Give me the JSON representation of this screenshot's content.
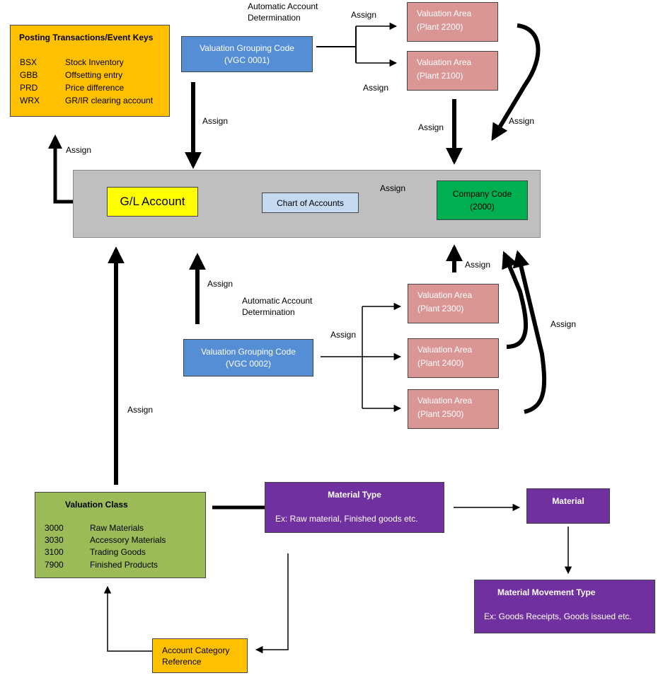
{
  "posting_box": {
    "title": "Posting Transactions/Event Keys",
    "rows": [
      {
        "code": "BSX",
        "desc": "Stock Inventory"
      },
      {
        "code": "GBB",
        "desc": "Offsetting entry"
      },
      {
        "code": "PRD",
        "desc": "Price difference"
      },
      {
        "code": "WRX",
        "desc": "GR/IR clearing account"
      }
    ]
  },
  "gl_account": "G/L Account",
  "chart_of_accounts": "Chart of Accounts",
  "company_code": {
    "line1": "Company Code",
    "line2": "(2000)"
  },
  "vgc_top": {
    "line1": "Valuation Grouping Code",
    "line2": "(VGC 0001)"
  },
  "vgc_bottom": {
    "line1": "Valuation Grouping Code",
    "line2": "(VGC 0002)"
  },
  "aad_top": {
    "line1": "Automatic Account",
    "line2": "Determination"
  },
  "aad_bottom": {
    "line1": "Automatic Account",
    "line2": "Determination"
  },
  "valuation_areas": [
    {
      "line1": "Valuation Area",
      "line2": "(Plant 2200)"
    },
    {
      "line1": "Valuation Area",
      "line2": "(Plant 2100)"
    },
    {
      "line1": "Valuation Area",
      "line2": "(Plant 2300)"
    },
    {
      "line1": "Valuation Area",
      "line2": "(Plant 2400)"
    },
    {
      "line1": "Valuation Area",
      "line2": "(Plant 2500)"
    }
  ],
  "valuation_class": {
    "title": "Valuation Class",
    "rows": [
      {
        "code": "3000",
        "desc": "Raw Materials"
      },
      {
        "code": "3030",
        "desc": "Accessory Materials"
      },
      {
        "code": "3100",
        "desc": "Trading Goods"
      },
      {
        "code": "7900",
        "desc": "Finished Products"
      }
    ]
  },
  "material_type": {
    "title": "Material Type",
    "example": "Ex: Raw material, Finished goods etc."
  },
  "material": "Material",
  "material_movement_type": {
    "title": "Material Movement Type",
    "example": "Ex: Goods Receipts, Goods issued etc."
  },
  "account_category_reference": {
    "line1": "Account Category",
    "line2": "Reference"
  },
  "assign_labels": [
    "Assign",
    "Assign",
    "Assign",
    "Assign",
    "Assign",
    "Assign",
    "Assign",
    "Assign",
    "Assign",
    "Assign",
    "Assign",
    "Assign"
  ],
  "colors": {
    "posting": "#ffc000",
    "gl_account": "#ffff00",
    "chart_of_accounts": "#c5d9f1",
    "company_code": "#00b050",
    "vgc": "#558ed5",
    "valuation_area": "#d99694",
    "valuation_class": "#9bbb59",
    "purple": "#7030a0",
    "gray_panel": "#bfbfbf"
  }
}
